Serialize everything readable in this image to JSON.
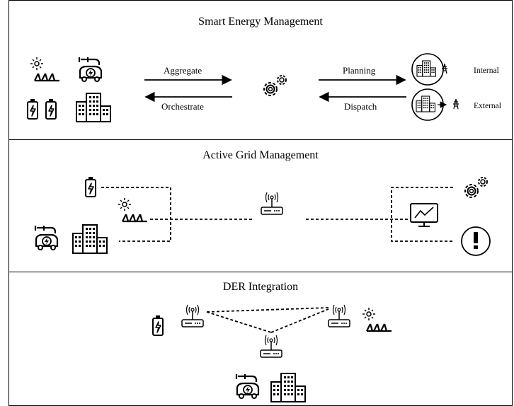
{
  "panels": {
    "smart_energy": {
      "title": "Smart Energy Management",
      "labels": {
        "aggregate": "Aggregate",
        "orchestrate": "Orchestrate",
        "planning": "Planning",
        "dispatch": "Dispatch",
        "internal": "Internal",
        "external": "External"
      }
    },
    "active_grid": {
      "title": "Active Grid Management"
    },
    "der_integration": {
      "title": "DER Integration"
    }
  },
  "icons": [
    "solar-panel-icon",
    "ev-car-icon",
    "battery-icon",
    "building-icon",
    "gears-icon",
    "power-tower-icon",
    "router-icon",
    "monitor-chart-icon",
    "alert-icon"
  ]
}
